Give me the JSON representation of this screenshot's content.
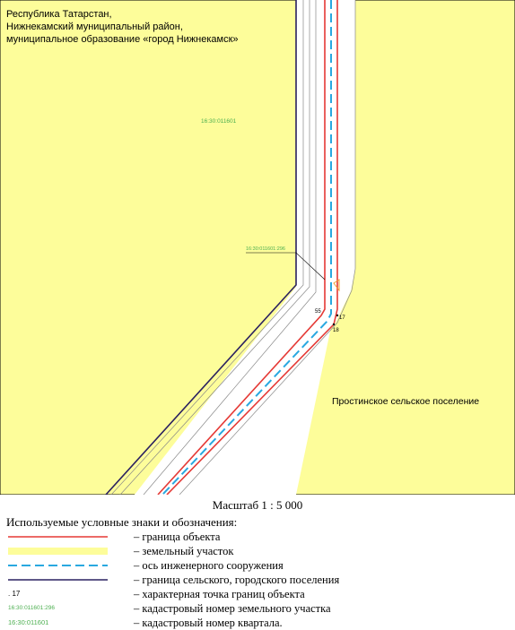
{
  "map": {
    "header_lines": [
      "Республика Татарстан,",
      "Нижнекамский муниципальный район,",
      "муниципальное образование «город Нижнекамск»"
    ],
    "quarter_cadastral_number": "16:30:011601",
    "parcel_cadastral_number": "16:30:011601:296",
    "settlement_label": "Простинское сельское поселение",
    "point_labels": [
      "55",
      "17",
      "18"
    ],
    "colors": {
      "parcel_fill": "#fdfd9a",
      "object_boundary": "#e53935",
      "engineering_axis": "#29a8e0",
      "settlement_boundary": "#2a2060",
      "cadastral_text": "#4caf50",
      "road_fill": "#ffffff"
    }
  },
  "scale_text": "Масштаб 1 : 5 000",
  "legend": {
    "title": "Используемые условные знаки и обозначения:",
    "items": [
      {
        "sample_type": "red-line",
        "text": "– граница объекта"
      },
      {
        "sample_type": "yellow-band",
        "text": "– земельный участок"
      },
      {
        "sample_type": "blue-dash",
        "text": "– ось инженерного сооружения"
      },
      {
        "sample_type": "dark-line",
        "text": "– граница сельского, городского поселения"
      },
      {
        "sample_type": "point",
        "sample_label": ". 17",
        "text": "– характерная точка границ объекта"
      },
      {
        "sample_type": "green-text",
        "sample_label": "16:30:011601:296",
        "text": "– кадастровый номер земельного участка"
      },
      {
        "sample_type": "green-text",
        "sample_label": "16:30:011601",
        "text": "– кадастровый номер квартала."
      }
    ]
  }
}
